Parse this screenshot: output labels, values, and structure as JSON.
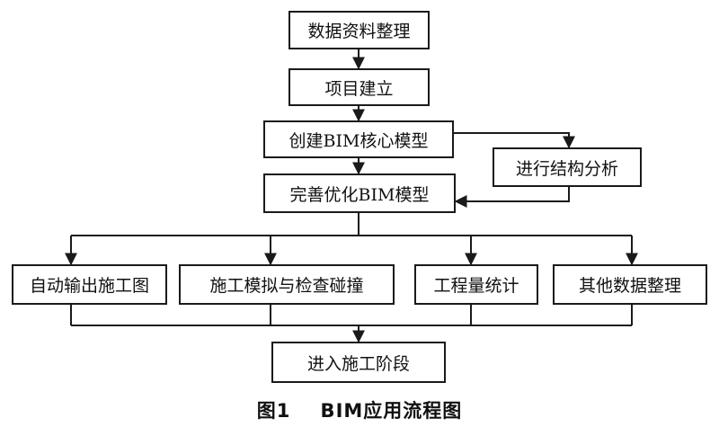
{
  "nodes": {
    "n1": "数据资料整理",
    "n2": "项目建立",
    "n3": "创建BIM核心模型",
    "n4": "进行结构分析",
    "n5": "完善优化BIM模型",
    "n6": "自动输出施工图",
    "n7": "施工模拟与检查碰撞",
    "n8": "工程量统计",
    "n9": "其他数据整理",
    "n10": "进入施工阶段"
  },
  "caption": "图1    BIM应用流程图",
  "colors": {
    "stroke": "#1a1a1a",
    "background": "#ffffff"
  }
}
